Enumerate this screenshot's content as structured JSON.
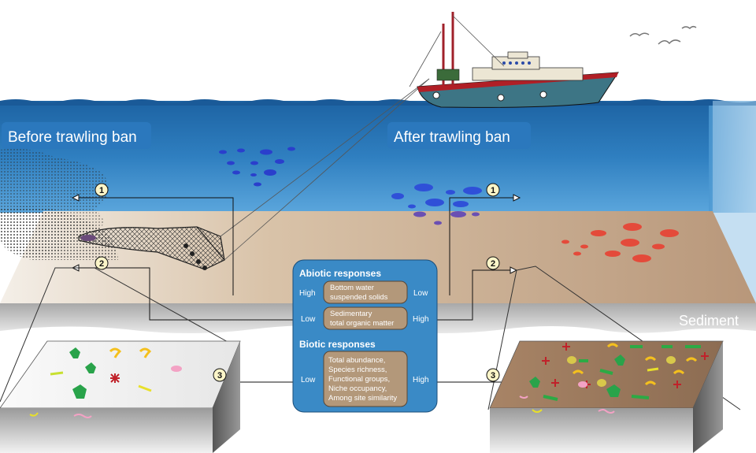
{
  "labels": {
    "before": "Before trawling ban",
    "after": "After trawling ban",
    "sediment": "Sediment"
  },
  "markers": [
    "1",
    "2",
    "3"
  ],
  "abiotic": {
    "title": "Abiotic responses",
    "row1": {
      "left": "High",
      "text_line1": "Bottom water",
      "text_line2": "suspended solids",
      "right": "Low"
    },
    "row2": {
      "left": "Low",
      "text_line1": "Sedimentary",
      "text_line2": "total organic matter",
      "right": "High"
    }
  },
  "biotic": {
    "title": "Biotic responses",
    "left": "Low",
    "right": "High",
    "lines": [
      "Total abundance,",
      "Species richness,",
      "Functional groups,",
      "Niche occupancy,",
      "Among site similarity"
    ]
  },
  "colors": {
    "sky": "#ffffff",
    "sea_top": "#1a5f9e",
    "sea_bottom": "#5aa3d8",
    "seabed": "#c9ab8c",
    "panel": "#3a8ac6",
    "response_box": "#b3987a",
    "label_bg": "#2b78bd",
    "marker": "#fbf5c8"
  },
  "icons": [
    "fishing-boat-icon",
    "trawl-net-icon",
    "fish-school-icon",
    "seagull-icon"
  ]
}
